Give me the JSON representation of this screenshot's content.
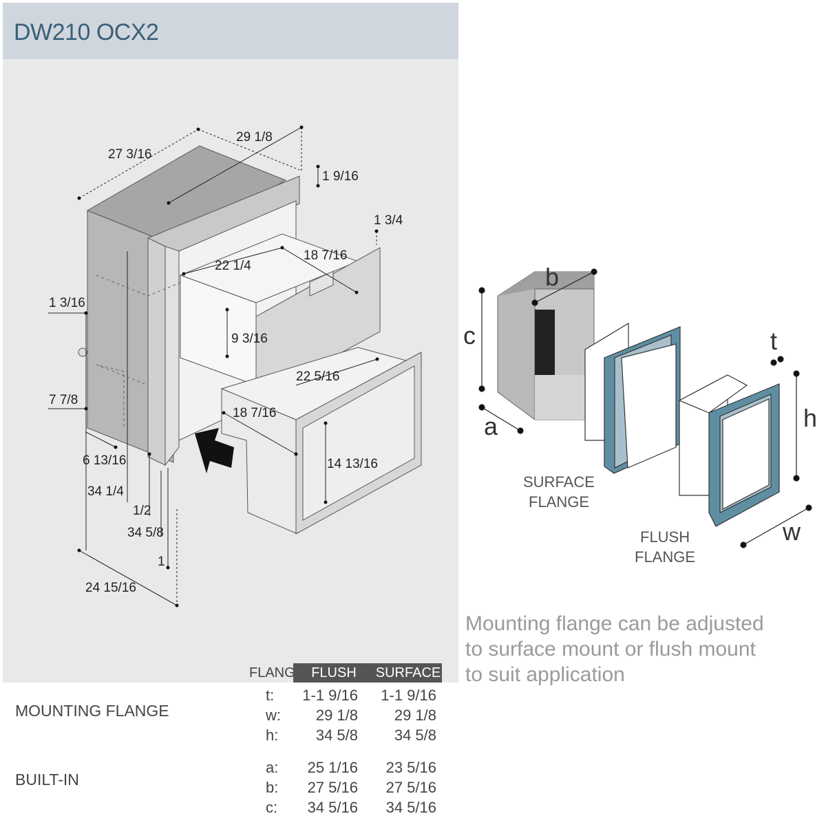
{
  "title": "DW210 OCX2",
  "dimensions": {
    "d1": "27 3/16",
    "d2": "29 1/8",
    "d3": "1 9/16",
    "d4": "1 3/4",
    "d5": "22 1/4",
    "d6": "18 7/16",
    "d7": "1 3/16",
    "d8": "9 3/16",
    "d9": "7 7/8",
    "d10": "22 5/16",
    "d11": "18 7/16",
    "d12": "6 13/16",
    "d13": "14 13/16",
    "d14": "34 1/4",
    "d15": "1/2",
    "d16": "34 5/8",
    "d17": "1",
    "d18": "24 15/16"
  },
  "flange_diagram": {
    "letters": {
      "a": "a",
      "b": "b",
      "c": "c",
      "t": "t",
      "h": "h",
      "w": "w"
    },
    "surface_label": [
      "SURFACE",
      "FLANGE"
    ],
    "flush_label": [
      "FLUSH",
      "FLANGE"
    ]
  },
  "note": [
    "Mounting flange can be adjusted",
    "to surface mount or flush mount",
    "to suit application"
  ],
  "table": {
    "headers": {
      "flange": "FLANGE",
      "flush": "FLUSH",
      "surface": "SURFACE"
    },
    "mounting": {
      "label": "MOUNTING FLANGE",
      "rows": [
        {
          "k": "t:",
          "flush": "1-1 9/16",
          "surface": "1-1 9/16"
        },
        {
          "k": "w:",
          "flush": "29  1/8",
          "surface": "29  1/8"
        },
        {
          "k": "h:",
          "flush": "34  5/8",
          "surface": "34  5/8"
        }
      ]
    },
    "builtin": {
      "label": "BUILT-IN",
      "rows": [
        {
          "k": "a:",
          "flush": "25  1/16",
          "surface": "23  5/16"
        },
        {
          "k": "b:",
          "flush": "27  5/16",
          "surface": "27  5/16"
        },
        {
          "k": "c:",
          "flush": "34  5/16",
          "surface": "34  5/16"
        }
      ]
    }
  },
  "colors": {
    "panel": "#e8e9ea",
    "title_bar": "#cfd6dd",
    "title_text": "#3a5f78",
    "flange_blue": "#5f8ea3",
    "cabinet_grey": "#a9abad"
  }
}
